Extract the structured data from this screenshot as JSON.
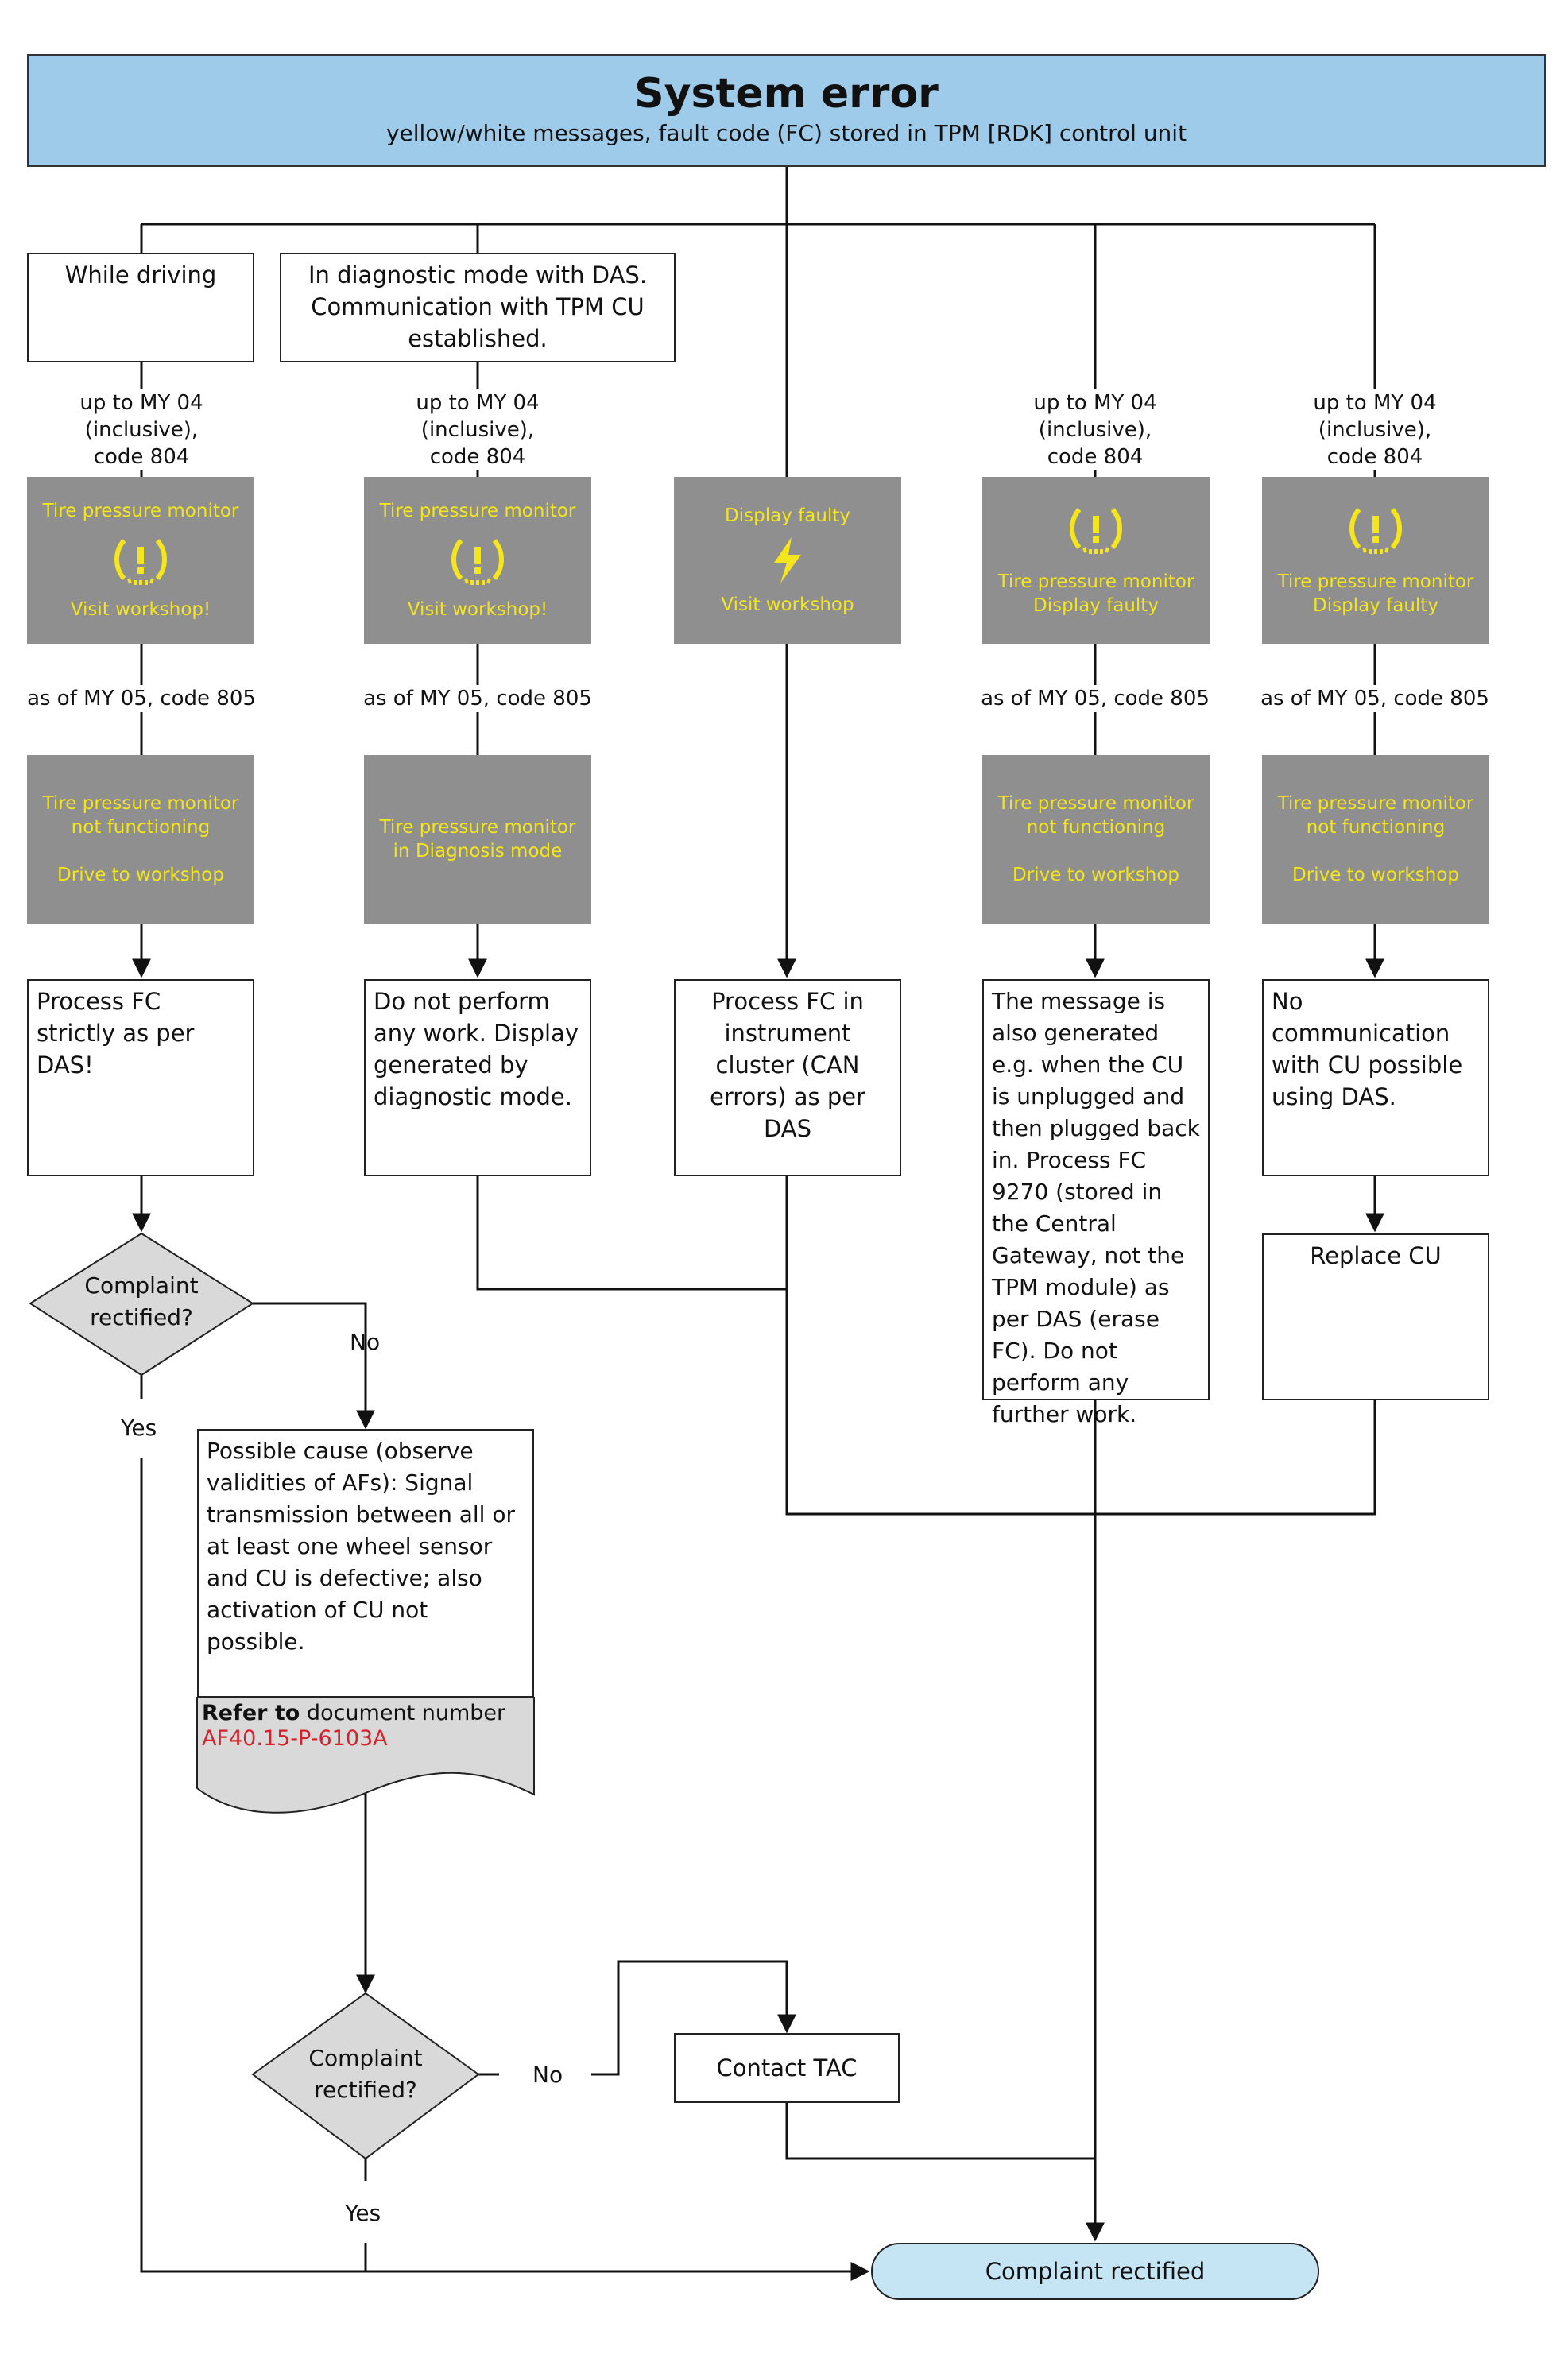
{
  "title": {
    "main": "System error",
    "sub": "yellow/white messages, fault code (FC) stored in TPM [RDK] control unit"
  },
  "conditions": {
    "while_driving": "While driving",
    "diagnostic_mode": "In diagnostic mode with DAS. Communication with TPM CU established."
  },
  "labels": {
    "upto_col1": "up to MY 04 (inclusive),\ncode 804",
    "upto_col2": "up to MY 04 (inclusive),\ncode 804",
    "upto_col4": "up to MY 04 (inclusive),\ncode 804",
    "upto_col5": "up to MY 04 (inclusive),\ncode 804",
    "asof_col1": "as of MY 05, code 805",
    "asof_col2": "as of MY 05, code 805",
    "asof_col4": "as of MY 05, code 805",
    "asof_col5": "as of MY 05, code 805"
  },
  "displays": {
    "col1_top": {
      "line1": "Tire pressure monitor",
      "line2": "Visit workshop!"
    },
    "col2_top": {
      "line1": "Tire pressure monitor",
      "line2": "Visit workshop!"
    },
    "col3_top": {
      "line1": "Display faulty",
      "line2": "Visit workshop"
    },
    "col4_top": {
      "line1": "Tire pressure monitor\nDisplay faulty"
    },
    "col5_top": {
      "line1": "Tire pressure monitor\nDisplay faulty"
    },
    "col1_bottom": {
      "line1": "Tire pressure monitor\nnot functioning",
      "line2": "Drive to workshop"
    },
    "col2_bottom": {
      "line1": "Tire pressure monitor\nin Diagnosis mode"
    },
    "col4_bottom": {
      "line1": "Tire pressure monitor\nnot functioning",
      "line2": "Drive to workshop"
    },
    "col5_bottom": {
      "line1": "Tire pressure monitor\nnot functioning",
      "line2": "Drive to workshop"
    }
  },
  "actions": {
    "col1": "Process FC strictly as per DAS!",
    "col2": "Do not perform any work. Display generated by diagnostic mode.",
    "col3": "Process FC in instrument cluster (CAN errors) as per DAS",
    "col4": "The message is also generated e.g. when the CU is unplugged and then plugged back in. Process FC 9270 (stored in the Central Gateway, not the TPM module) as per DAS (erase FC). Do not perform any further work.",
    "col5": "No communication with CU possible using DAS.",
    "replace_cu": "Replace CU"
  },
  "decisions": {
    "first": "Complaint\nrectified?",
    "second": "Complaint\nrectified?",
    "yes": "Yes",
    "no": "No"
  },
  "possible_cause": {
    "text": "Possible cause (observe validities of AFs): Signal transmission between all or at least one wheel sensor and CU is defective; also activation of CU not possible.",
    "refer_bold": "Refer to",
    "refer_text": " document number",
    "doc_number": "AF40.15-P-6103A"
  },
  "contact_tac": "Contact TAC",
  "end": "Complaint rectified",
  "colors": {
    "title_fill": "#9fcbea",
    "display_fill": "#8f8f8f",
    "display_text": "#f4e51c",
    "document_fill": "#d9d9d9",
    "doc_number": "#d4212b",
    "end_fill": "#c5e4f4"
  },
  "icons": {
    "tpm_warning": "tire-pressure-warning-icon",
    "display_fault": "lightning-fault-icon"
  }
}
